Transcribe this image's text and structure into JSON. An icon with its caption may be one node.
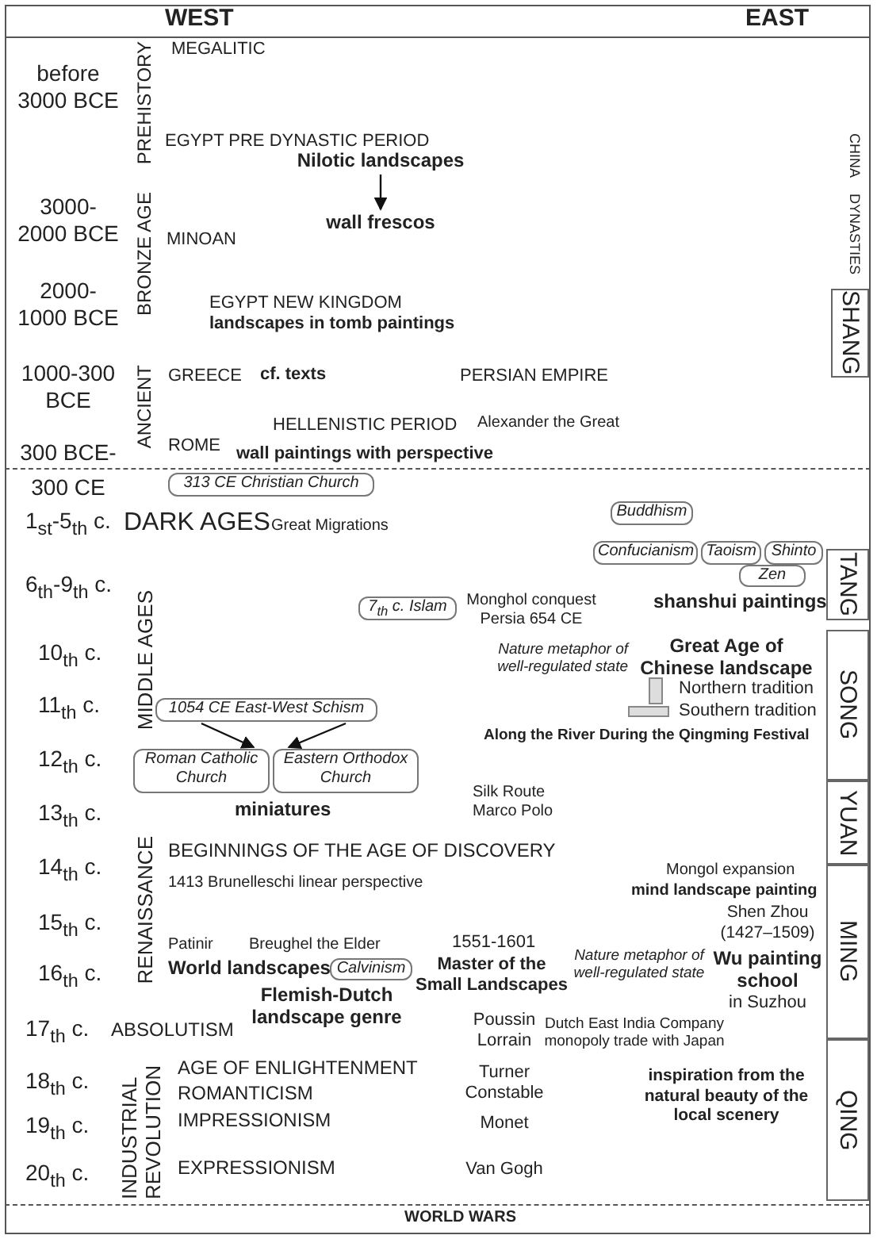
{
  "diagram": {
    "nodes": [
      {
        "text": [
          "Nilotic landscapes"
        ]
      },
      {
        "text": [
          "wall frescos"
        ]
      },
      {
        "text": [
          "SHANG"
        ]
      },
      {
        "text": [
          "313 CE Christian Church"
        ]
      },
      {
        "text": [
          "Buddhism"
        ]
      },
      {
        "text": [
          "Confucianism"
        ]
      },
      {
        "text": [
          "Taoism"
        ]
      },
      {
        "text": [
          "Shinto"
        ]
      },
      {
        "text": [
          "TANG"
        ]
      },
      {
        "text": [
          "Zen"
        ]
      },
      {
        "text": [
          "7$_{th}$ c. Islam"
        ]
      },
      {
        "text": [
          "SONG"
        ]
      },
      {
        "text": [
          "1054 CE East-West Schism"
        ]
      },
      {
        "text": [
          "Roman Catholic Church"
        ]
      },
      {
        "text": [
          "Eastern Orthodox Church"
        ]
      },
      {
        "text": [
          "YUAN"
        ]
      },
      {
        "text": [
          "MING"
        ]
      },
      {
        "text": [
          "Calvinism"
        ]
      },
      {
        "text": [
          "QING"
        ]
      }
    ],
    "edges": [
      {
        "from": 0,
        "to": 1,
        "arrow": "to"
      },
      {
        "from": 12,
        "to": 13,
        "arrow": "to"
      },
      {
        "from": 12,
        "to": 14,
        "arrow": "to"
      }
    ],
    "labels": [
      "WEST",
      "EAST",
      "before 3000 BCE",
      "PREHISTORY",
      "MEGALITIC",
      "EGYPT PRE DYNASTIC PERIOD",
      "CHINA DYNASTIES",
      "3000-2000 BCE",
      "BRONZE AGE",
      "MINOAN",
      "2000-1000 BCE",
      "EGYPT NEW KINGDOM",
      "landscapes in tomb paintings",
      "1000-300 BCE",
      "ANCIENT",
      "GREECE",
      "cf. texts",
      "PERSIAN EMPIRE",
      "HELLENISTIC PERIOD",
      "Alexander the Great",
      "ROME",
      "wall paintings with perspective",
      "300 BCE- 300 CE",
      "1$_{st}$-5$_{th}$ c.",
      "DARK AGES",
      "Great Migrations",
      "6$_{th}$-9$_{th}$ c.",
      "MIDDLE AGES",
      "Monghol conquest Persia 654 CE",
      "shanshui paintings",
      "10$_{th}$ c.",
      "Nature metaphor of well-regulated state",
      "Great Age of Chinese landscape",
      "Northern tradition",
      "Southern tradition",
      "11$_{th}$ c.",
      "Along the River During the Qingming Festival",
      "12$_{th}$ c.",
      "miniatures",
      "13$_{th}$ c.",
      "Silk Route Marco Polo",
      "14$_{th}$ c.",
      "RENAISSANCE",
      "BEGINNINGS OF THE AGE OF DISCOVERY",
      "Mongol expansion",
      "mind landscape painting",
      "1413 Brunelleschi linear perspective",
      "15$_{th}$ c.",
      "Shen Zhou (1427–1509)",
      "Patinir",
      "Breughel the Elder",
      "1551-1601",
      "16$_{th}$ c.",
      "World landscapes",
      "Master of the Small Landscapes",
      "Nature metaphor of well-regulated state",
      "Wu painting school",
      "Flemish-Dutch landscape genre",
      "in Suzhou",
      "17$_{th}$ c.",
      "ABSOLUTISM",
      "Poussin Lorrain",
      "Dutch East India Company monopoly trade with Japan",
      "18$_{th}$ c.",
      "INDUSTRIAL REVOLUTION",
      "AGE OF ENLIGHTENMENT",
      "Turner Constable",
      "inspiration from the natural beauty of the local scenery",
      "ROMANTICISM",
      "19$_{th}$ c.",
      "IMPRESSIONISM",
      "Monet",
      "20$_{th}$ c.",
      "EXPRESSIONISM",
      "Van Gogh",
      "WORLD WARS"
    ]
  }
}
